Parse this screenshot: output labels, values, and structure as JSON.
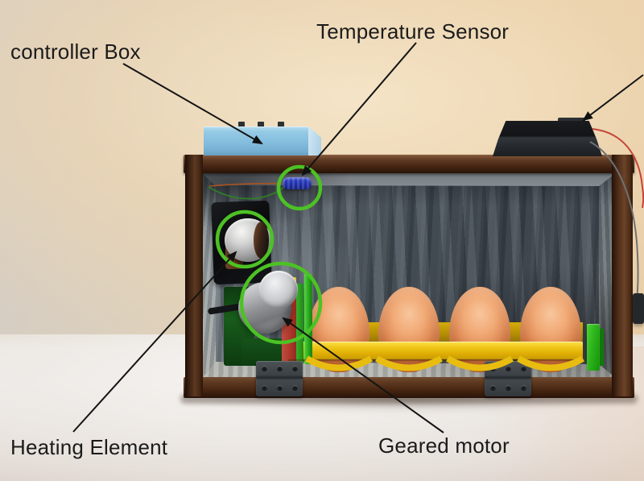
{
  "figure": {
    "subject": "Egg incubator cutaway 3D illustration",
    "setting": "Wooden incubator box with marble interior on a white table against a beige wall",
    "egg_count": 4,
    "visible_components": [
      "controller box",
      "temperature sensor",
      "heating element",
      "geared motor",
      "yellow egg tray with 4 eggs",
      "two hinges",
      "black turner/fan unit on top",
      "red wire",
      "grey wire",
      "power plug"
    ]
  },
  "annotations": {
    "controller_box": "controller Box",
    "temperature_sensor": "Temperature Sensor",
    "heating_element": "Heating Element",
    "geared_motor": "Geared motor"
  },
  "colors": {
    "annotation_green": "#4cc224",
    "callout_line": "#141414",
    "label_text": "#1b1b1b",
    "controller_box_blue": "#84bddd",
    "sensor_blue": "#2335b4",
    "tray_yellow": "#eec31a",
    "egg_orange": "#e89a66",
    "frame_wood_brown": "#4b2917",
    "interior_marble_grey": "#555e66",
    "wire_red": "#c5453a",
    "wire_grey": "#6f7274"
  }
}
